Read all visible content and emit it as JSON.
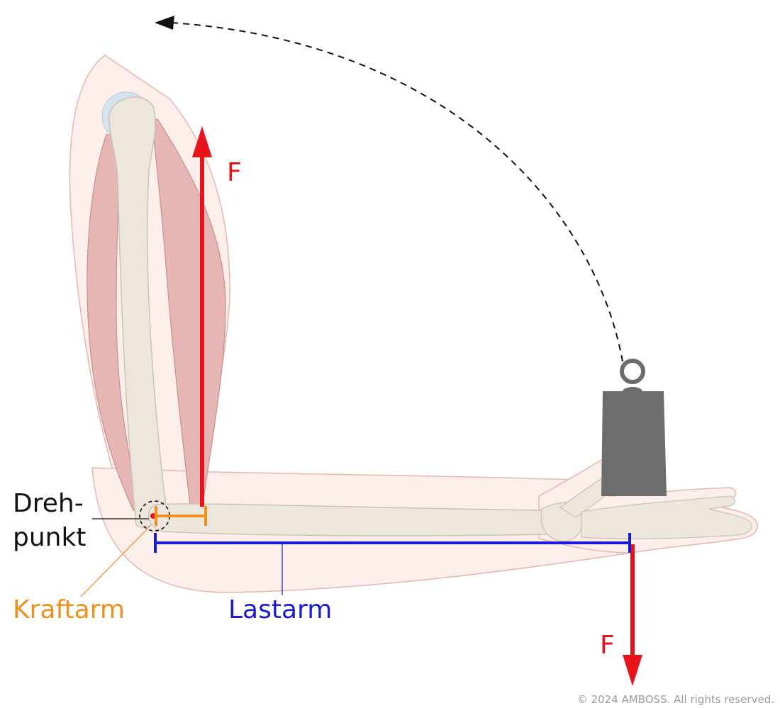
{
  "labels": {
    "force_top": "F",
    "force_bottom": "F",
    "pivot_line1": "Dreh-",
    "pivot_line2": "punkt",
    "effort_arm": "Kraftarm",
    "load_arm": "Lastarm",
    "copyright": "© 2024 AMBOSS. All rights reserved."
  },
  "colors": {
    "force": "#e8141b",
    "effort_arm": "#f0901e",
    "load_arm": "#1a1ad2",
    "text": "#111111",
    "copyright": "#9a9a9a",
    "skin_fill": "#fbeeeb",
    "skin_stroke": "#e4b8b0",
    "muscle": "#e6b6b4",
    "bone": "#ece6dd",
    "bone_stroke": "#c9c1b4",
    "weight": "#6d6d6d",
    "cartilage": "#d4e4ef"
  },
  "icons": {
    "rotation_arrow": "dashed-arc-arrow-icon",
    "weight": "hanging-weight-icon"
  }
}
